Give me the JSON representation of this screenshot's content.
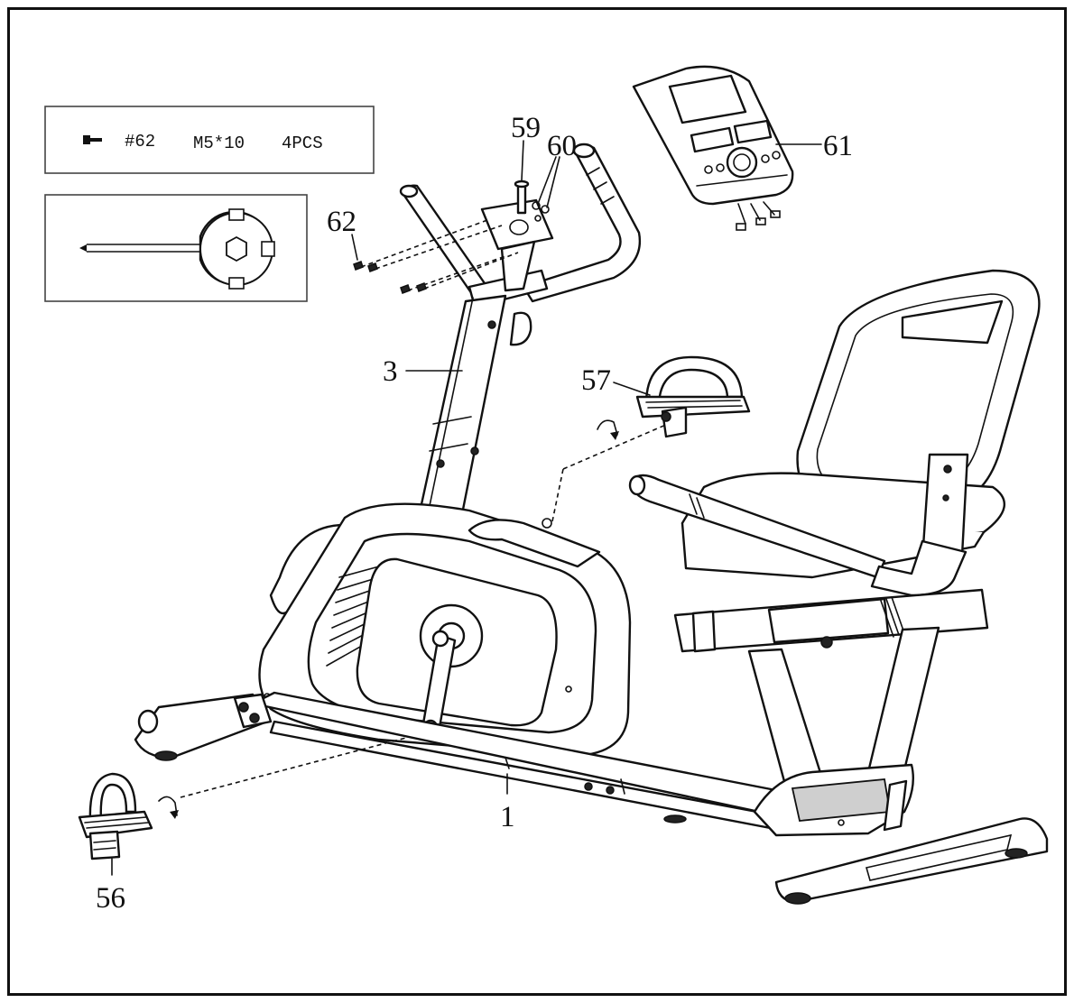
{
  "hardware_box": {
    "part_ref": "#62",
    "spec": "M5*10",
    "quantity": "4PCS"
  },
  "callouts": {
    "p59": "59",
    "p60": "60",
    "p61": "61",
    "p62": "62",
    "p3": "3",
    "p57": "57",
    "p1": "1",
    "p56": "56"
  }
}
